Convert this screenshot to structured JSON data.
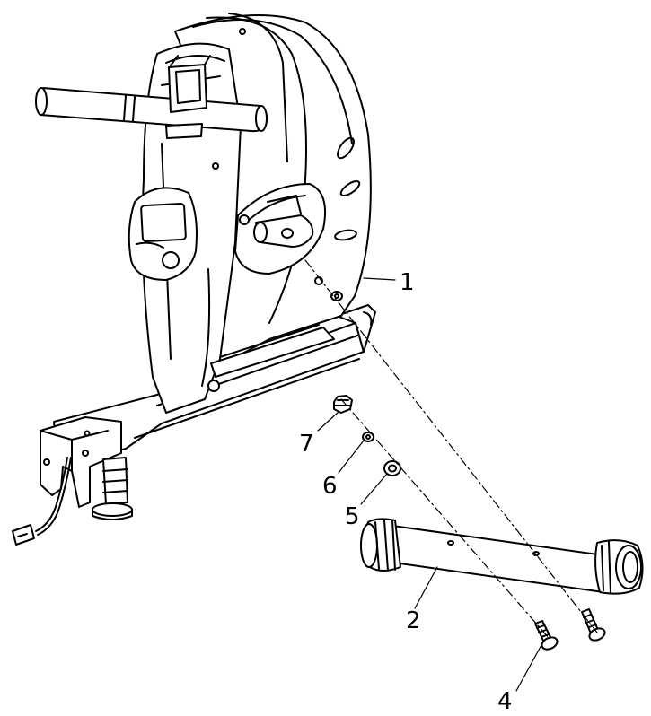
{
  "labels": {
    "part1": "1",
    "part2": "2",
    "part4": "4",
    "part5": "5",
    "part6": "6",
    "part7": "7"
  },
  "colors": {
    "ink": "#000000",
    "paper": "#ffffff",
    "shade": "#e9e9e9"
  }
}
